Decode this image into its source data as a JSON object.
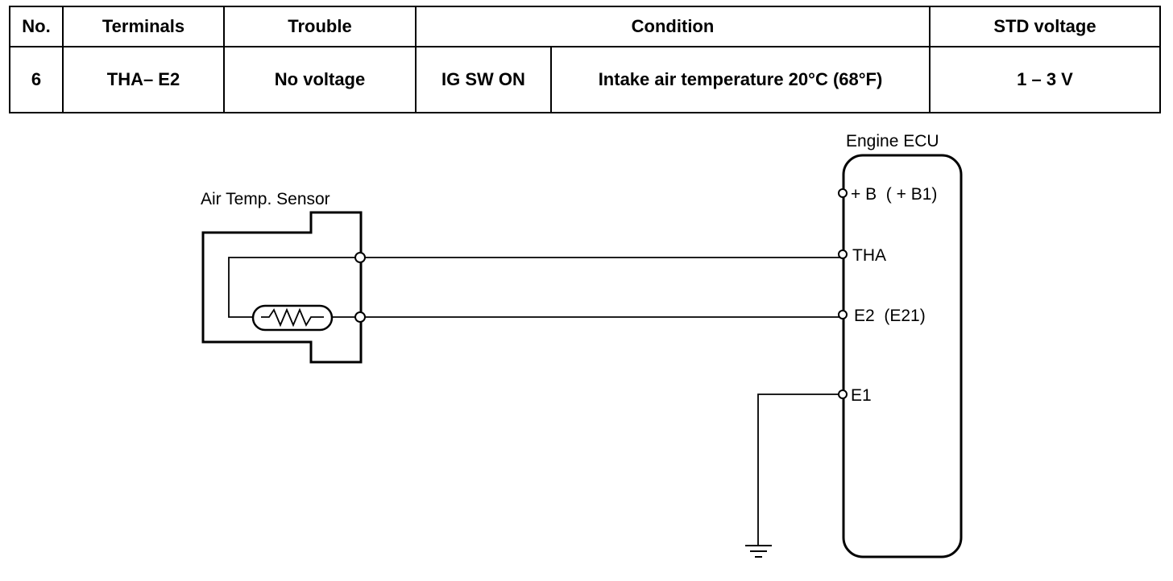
{
  "table": {
    "headers": {
      "no": "No.",
      "terminals": "Terminals",
      "trouble": "Trouble",
      "condition": "Condition",
      "std_voltage": "STD voltage"
    },
    "row": {
      "no": "6",
      "terminals": "THA– E2",
      "trouble": "No voltage",
      "condition_switch": "IG SW ON",
      "condition_detail": "Intake air temperature 20°C (68°F)",
      "std_voltage": "1 – 3 V"
    }
  },
  "diagram": {
    "sensor_label": "Air Temp. Sensor",
    "ecu_label": "Engine ECU",
    "ecu_pins": {
      "plus_b": "+ B  ( + B1)",
      "tha": "THA",
      "e2": "E2  (E21)",
      "e1": "E1"
    }
  }
}
